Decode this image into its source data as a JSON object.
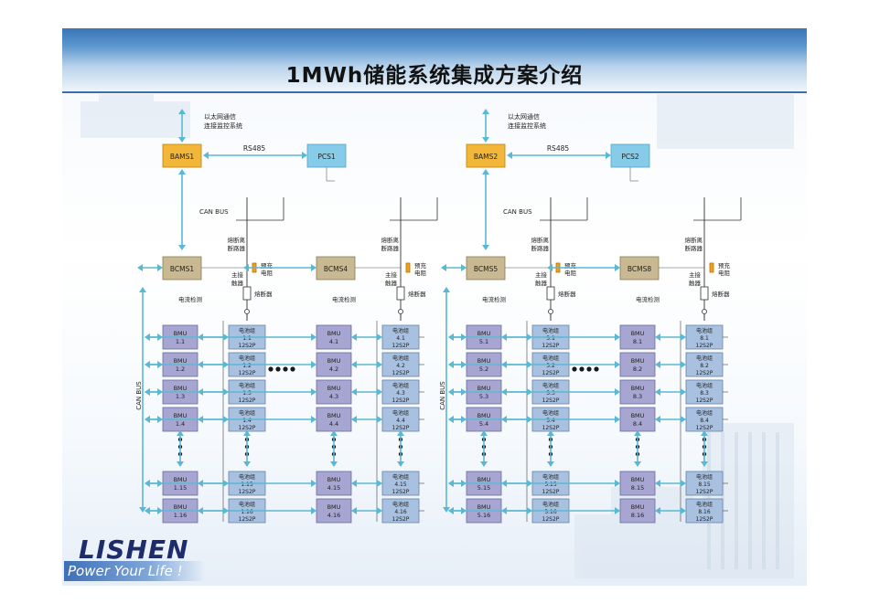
{
  "title": "1MWh储能系统集成方案介绍",
  "logo": {
    "brand": "LISHEN",
    "slogan": "Power Your Life !"
  },
  "colors": {
    "bams": "#f2b739",
    "pcs": "#86cbe8",
    "bcms": "#c9b993",
    "bmu": "#a7a6d2",
    "battery": "#a9c1e0",
    "bus": "#5bb8d3",
    "fuse": "#f2a11c"
  },
  "left": {
    "ethernet_note": [
      "以太网通信",
      "连接监控系统"
    ],
    "rs485": "RS485",
    "bams": "BAMS1",
    "pcs": "PCS1",
    "canbus_top": "CAN BUS",
    "canbus_side": "CAN BUS",
    "columns": [
      {
        "bcms": "BCMS1",
        "fuse_disconnector": [
          "熔断离",
          "断路器"
        ],
        "precharge": [
          "预充",
          "电阻"
        ],
        "main_contactor": [
          "主接",
          "触器"
        ],
        "fuse": "熔断器",
        "current_detect": "电流检测",
        "bmus": [
          [
            "BMU",
            "1.1"
          ],
          [
            "BMU",
            "1.2"
          ],
          [
            "BMU",
            "1.3"
          ],
          [
            "BMU",
            "1.4"
          ],
          [
            "BMU",
            "1.15"
          ],
          [
            "BMU",
            "1.16"
          ]
        ],
        "packs": [
          [
            "电池组",
            "1.1",
            "12S2P"
          ],
          [
            "电池组",
            "1.2",
            "12S2P"
          ],
          [
            "电池组",
            "1.3",
            "12S2P"
          ],
          [
            "电池组",
            "1.4",
            "12S2P"
          ],
          [
            "电池组",
            "1.15",
            "12S2P"
          ],
          [
            "电池组",
            "1.16",
            "12S2P"
          ]
        ]
      },
      {
        "bcms": "BCMS4",
        "fuse_disconnector": [
          "熔断离",
          "断路器"
        ],
        "precharge": [
          "预充",
          "电阻"
        ],
        "main_contactor": [
          "主接",
          "触器"
        ],
        "fuse": "熔断器",
        "current_detect": "电流检测",
        "bmus": [
          [
            "BMU",
            "4.1"
          ],
          [
            "BMU",
            "4.2"
          ],
          [
            "BMU",
            "4.3"
          ],
          [
            "BMU",
            "4.4"
          ],
          [
            "BMU",
            "4.15"
          ],
          [
            "BMU",
            "4.16"
          ]
        ],
        "packs": [
          [
            "电池组",
            "4.1",
            "12S2P"
          ],
          [
            "电池组",
            "4.2",
            "12S2P"
          ],
          [
            "电池组",
            "4.3",
            "12S2P"
          ],
          [
            "电池组",
            "4.4",
            "12S2P"
          ],
          [
            "电池组",
            "4.15",
            "12S2P"
          ],
          [
            "电池组",
            "4.16",
            "12S2P"
          ]
        ]
      }
    ]
  },
  "right": {
    "ethernet_note": [
      "以太网通信",
      "连接监控系统"
    ],
    "rs485": "RS485",
    "bams": "BAMS2",
    "pcs": "PCS2",
    "canbus_top": "CAN BUS",
    "canbus_side": "CAN BUS",
    "columns": [
      {
        "bcms": "BCMS5",
        "fuse_disconnector": [
          "熔断离",
          "断路器"
        ],
        "precharge": [
          "预充",
          "电阻"
        ],
        "main_contactor": [
          "主接",
          "触器"
        ],
        "fuse": "熔断器",
        "current_detect": "电流检测",
        "bmus": [
          [
            "BMU",
            "5.1"
          ],
          [
            "BMU",
            "5.2"
          ],
          [
            "BMU",
            "5.3"
          ],
          [
            "BMU",
            "5.4"
          ],
          [
            "BMU",
            "5.15"
          ],
          [
            "BMU",
            "5.16"
          ]
        ],
        "packs": [
          [
            "电池组",
            "5.1",
            "12S2P"
          ],
          [
            "电池组",
            "5.2",
            "12S2P"
          ],
          [
            "电池组",
            "5.3",
            "12S2P"
          ],
          [
            "电池组",
            "5.4",
            "12S2P"
          ],
          [
            "电池组",
            "5.15",
            "12S2P"
          ],
          [
            "电池组",
            "5.16",
            "12S2P"
          ]
        ]
      },
      {
        "bcms": "BCMS8",
        "fuse_disconnector": [
          "熔断离",
          "断路器"
        ],
        "precharge": [
          "预充",
          "电阻"
        ],
        "main_contactor": [
          "主接",
          "触器"
        ],
        "fuse": "熔断器",
        "current_detect": "电流检测",
        "bmus": [
          [
            "BMU",
            "8.1"
          ],
          [
            "BMU",
            "8.2"
          ],
          [
            "BMU",
            "8.3"
          ],
          [
            "BMU",
            "8.4"
          ],
          [
            "BMU",
            "8.15"
          ],
          [
            "BMU",
            "8.16"
          ]
        ],
        "packs": [
          [
            "电池组",
            "8.1",
            "12S2P"
          ],
          [
            "电池组",
            "8.2",
            "12S2P"
          ],
          [
            "电池组",
            "8.3",
            "12S2P"
          ],
          [
            "电池组",
            "8.4",
            "12S2P"
          ],
          [
            "电池组",
            "8.15",
            "12S2P"
          ],
          [
            "电池组",
            "8.16",
            "12S2P"
          ]
        ]
      }
    ]
  }
}
